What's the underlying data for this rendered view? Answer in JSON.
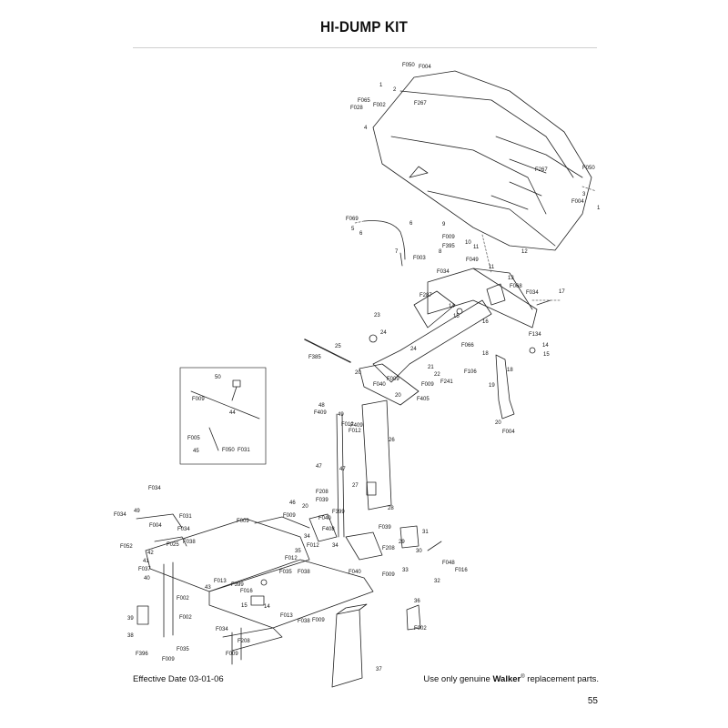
{
  "header": {
    "title": "HI-DUMP KIT"
  },
  "footer": {
    "effective_date": "Effective Date 03-01-06",
    "notice_prefix": "Use only genuine ",
    "brand": "Walker",
    "trademark": "®",
    "notice_suffix": " replacement parts.",
    "page_number": "55"
  },
  "diagram": {
    "callouts": [
      "1",
      "2",
      "F050",
      "F004",
      "F267",
      "F065",
      "F028",
      "F002",
      "4",
      "F267",
      "F050",
      "F004",
      "3",
      "1",
      "F069",
      "5",
      "6",
      "6",
      "7",
      "F003",
      "9",
      "F009",
      "10",
      "11",
      "F395",
      "12",
      "8",
      "F049",
      "11",
      "F034",
      "13",
      "F287",
      "F068",
      "F034",
      "17",
      "23",
      "14",
      "15",
      "16",
      "24",
      "24",
      "25",
      "F385",
      "F066",
      "F134",
      "14",
      "15",
      "18",
      "18",
      "21",
      "22",
      "F241",
      "F106",
      "F009",
      "F009",
      "19",
      "F040",
      "20",
      "20",
      "F405",
      "20",
      "F004",
      "50",
      "F009",
      "44",
      "F005",
      "45",
      "F050",
      "F031",
      "48",
      "F409",
      "49",
      "F012",
      "F409",
      "F012",
      "26",
      "47",
      "47",
      "27",
      "F034",
      "F034",
      "49",
      "F031",
      "F004",
      "F034",
      "F052",
      "F038",
      "F025",
      "42",
      "41",
      "F037",
      "40",
      "F013",
      "F399",
      "43",
      "F002",
      "F002",
      "39",
      "38",
      "F396",
      "F009",
      "F035",
      "F009",
      "F208",
      "F039",
      "46",
      "20",
      "F009",
      "F040",
      "28",
      "F399",
      "F039",
      "30",
      "29",
      "31",
      "F408",
      "F208",
      "34",
      "F012",
      "F012",
      "34",
      "35",
      "F009",
      "33",
      "F040",
      "F048",
      "F016",
      "32",
      "F038",
      "F035",
      "F016",
      "15",
      "14",
      "F013",
      "F038",
      "F009",
      "F034",
      "F208",
      "F009",
      "36",
      "F002",
      "37"
    ]
  }
}
